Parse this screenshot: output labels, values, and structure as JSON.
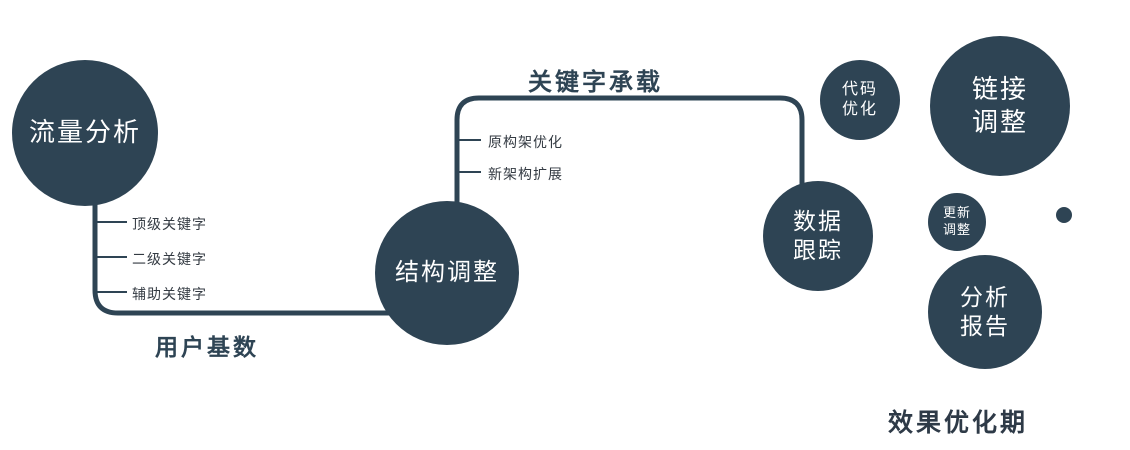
{
  "diagram": {
    "nodes": {
      "traffic": {
        "label": "流量分析"
      },
      "structure": {
        "label": "结构调整"
      },
      "tracking": {
        "line1": "数据",
        "line2": "跟踪"
      },
      "code": {
        "line1": "代码",
        "line2": "优化"
      },
      "link": {
        "line1": "链接",
        "line2": "调整"
      },
      "update": {
        "line1": "更新",
        "line2": "调整"
      },
      "report": {
        "line1": "分析",
        "line2": "报告"
      }
    },
    "edges": {
      "user_base": "用户基数",
      "keyword_load": "关键字承载"
    },
    "branches": {
      "traffic": [
        "顶级关键字",
        "二级关键字",
        "辅助关键字"
      ],
      "structure": [
        "原构架优化",
        "新架构扩展"
      ]
    },
    "footer": "效果优化期",
    "colors": {
      "node_fill": "#2e4454",
      "line": "#2e4454",
      "node_text": "#ffffff",
      "branch_text": "#333a42",
      "footer_text": "#2e3a47"
    }
  }
}
